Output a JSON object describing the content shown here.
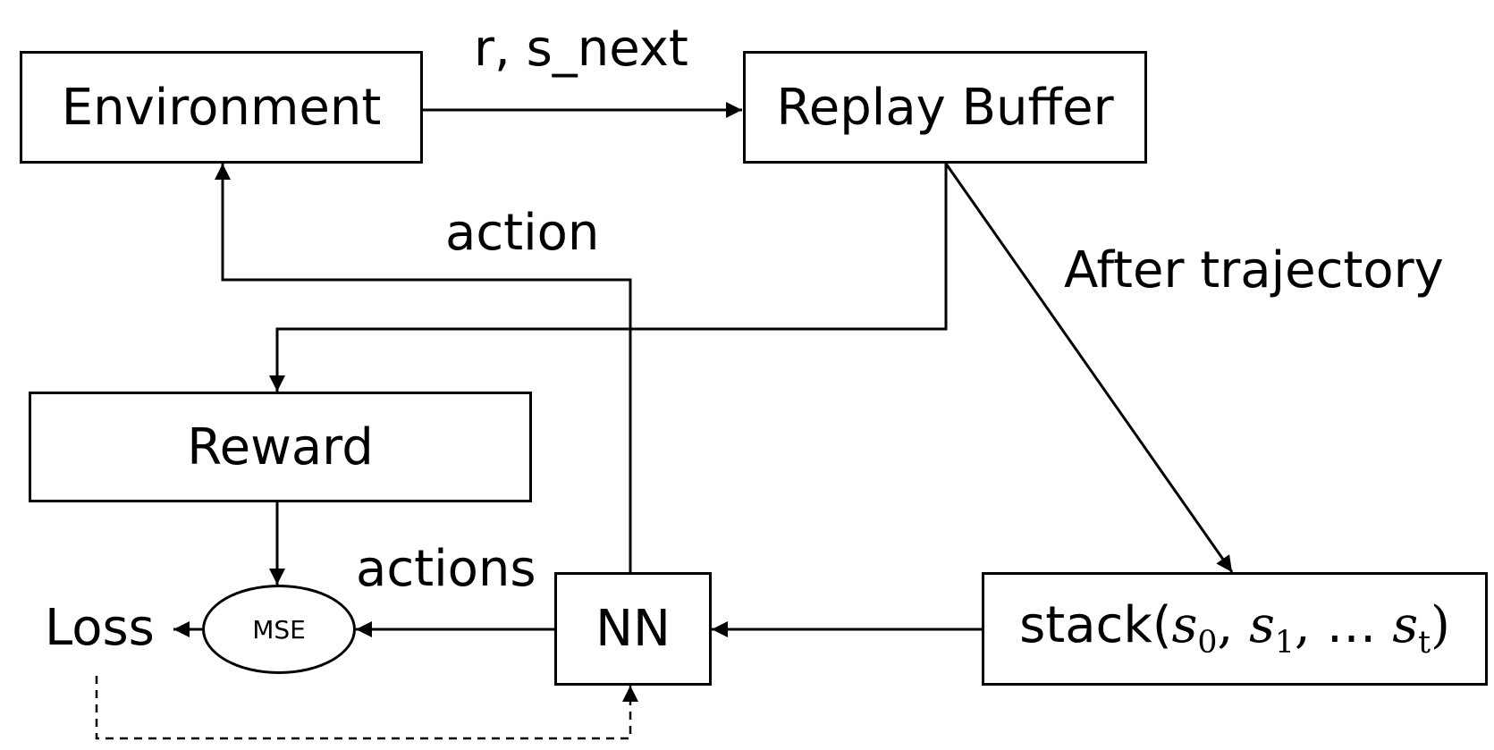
{
  "nodes": {
    "environment": "Environment",
    "replay_buffer": "Replay Buffer",
    "reward": "Reward",
    "nn": "NN",
    "mse": "MSE",
    "loss": "Loss",
    "stack": {
      "prefix": "stack(",
      "s0": "s",
      "s0_sub": "0",
      "s1": "s",
      "s1_sub": "1",
      "ellipsis": "… ",
      "st": "s",
      "st_sub": "t",
      "suffix": ")"
    }
  },
  "edge_labels": {
    "r_s_next": "r, s_next",
    "action": "action",
    "after_trajectory": "After trajectory",
    "actions": "actions"
  }
}
